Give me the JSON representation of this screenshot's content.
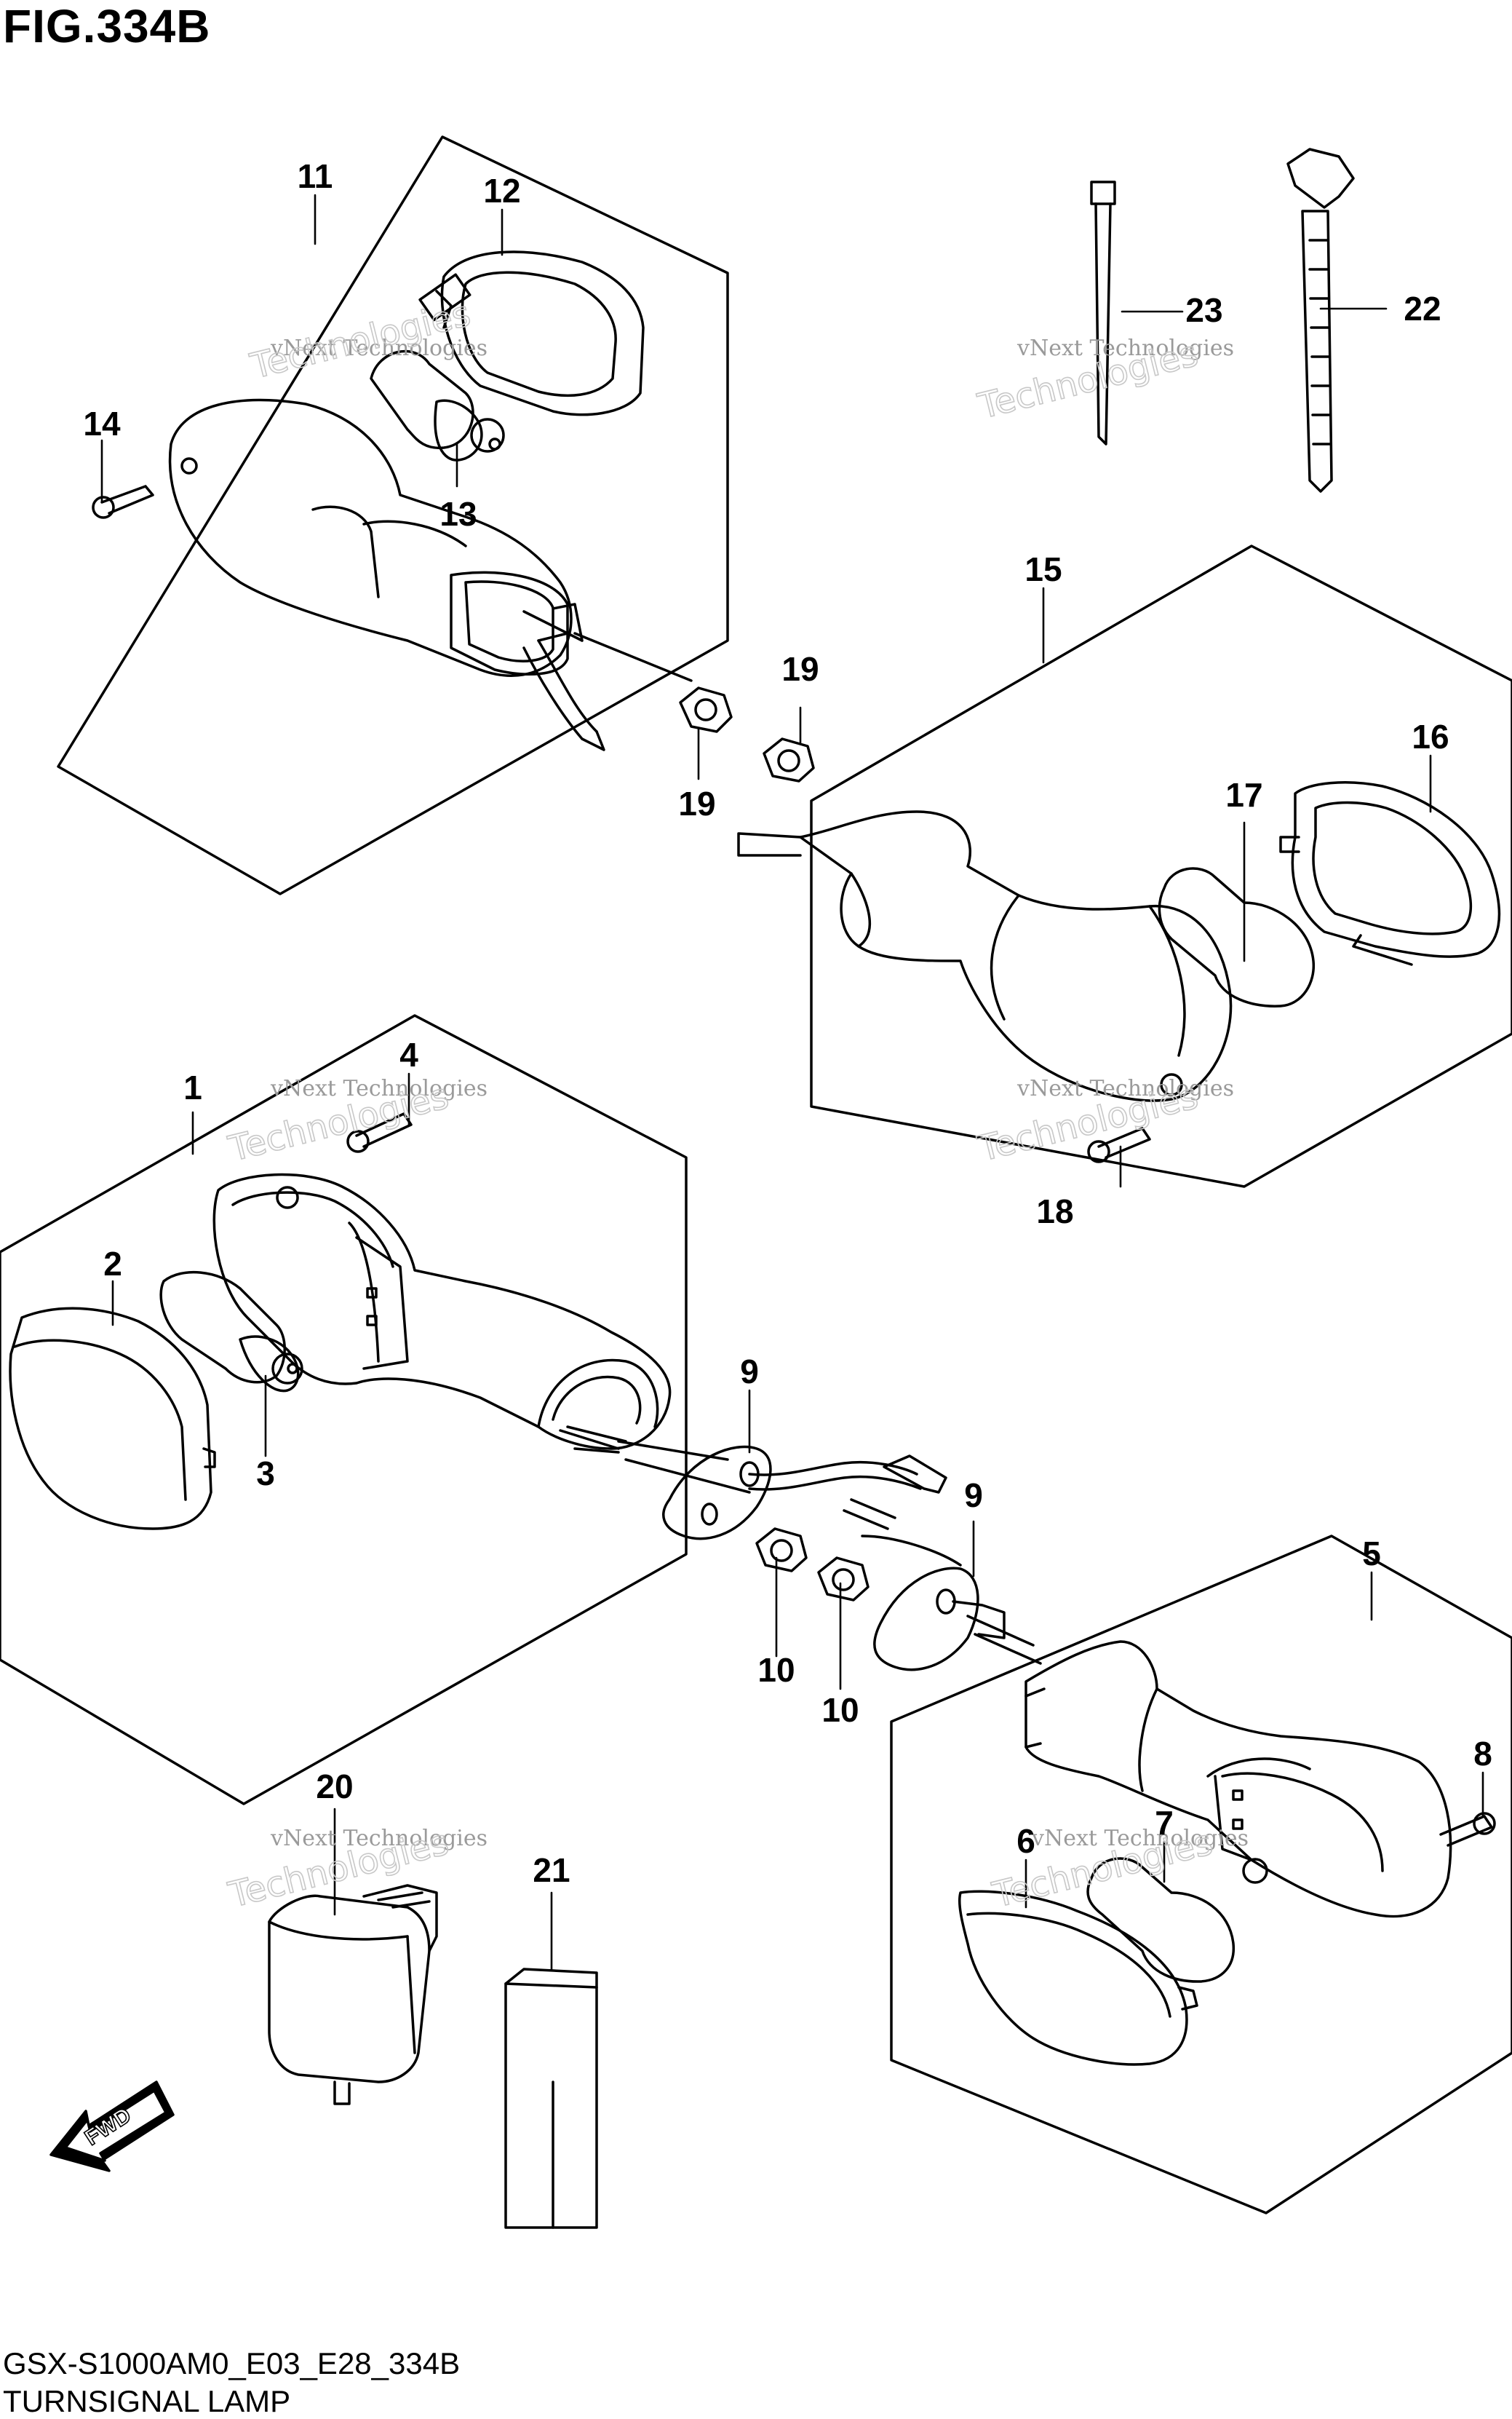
{
  "figure": {
    "title": "FIG.334B",
    "code": "GSX-S1000AM0_E03_E28_334B",
    "name": "TURNSIGNAL LAMP"
  },
  "watermark": {
    "line": "vNext Technologies",
    "big_text": "Technologies"
  },
  "direction_label": "FWD",
  "callouts": [
    "1",
    "2",
    "3",
    "4",
    "5",
    "6",
    "7",
    "8",
    "9",
    "9",
    "10",
    "10",
    "11",
    "12",
    "13",
    "14",
    "15",
    "16",
    "17",
    "18",
    "19",
    "19",
    "20",
    "21",
    "22",
    "23"
  ]
}
